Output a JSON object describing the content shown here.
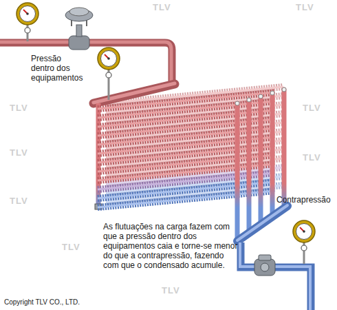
{
  "diagram": {
    "labels": [
      "Pressão dentro dos equipamentos",
      "Contrapressão",
      "As flutuações na carga fazem com que a pressão dentro dos equipamentos caia e torne-se menor do que a contrapressão, fazendo com que o condensado acumule.",
      "Copyright TLV CO., LTD.",
      "TLV",
      "TLV",
      "TLV",
      "TLV",
      "TLV",
      "TLV",
      "TLV",
      "TLV",
      "TLV"
    ]
  }
}
